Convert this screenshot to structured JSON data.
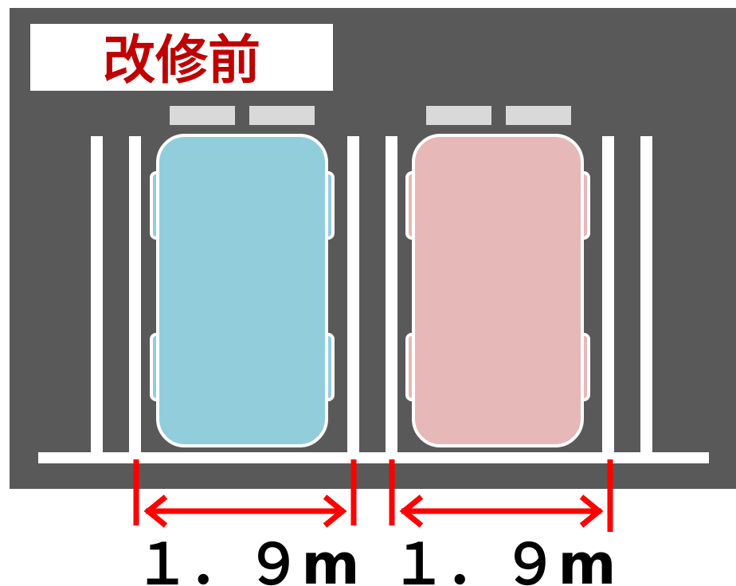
{
  "title": "改修前",
  "colors": {
    "asphalt": "#595959",
    "line": "#ffffff",
    "stopper": "#d9d9d9",
    "car_left": "#92cddc",
    "car_right": "#e6b8b7",
    "title": "#c00000",
    "dimension": "#ff0000",
    "label": "#000000"
  },
  "spaces": [
    {
      "width_label": "１．９m",
      "car_color": "car_left"
    },
    {
      "width_label": "１．９m",
      "car_color": "car_right"
    }
  ]
}
